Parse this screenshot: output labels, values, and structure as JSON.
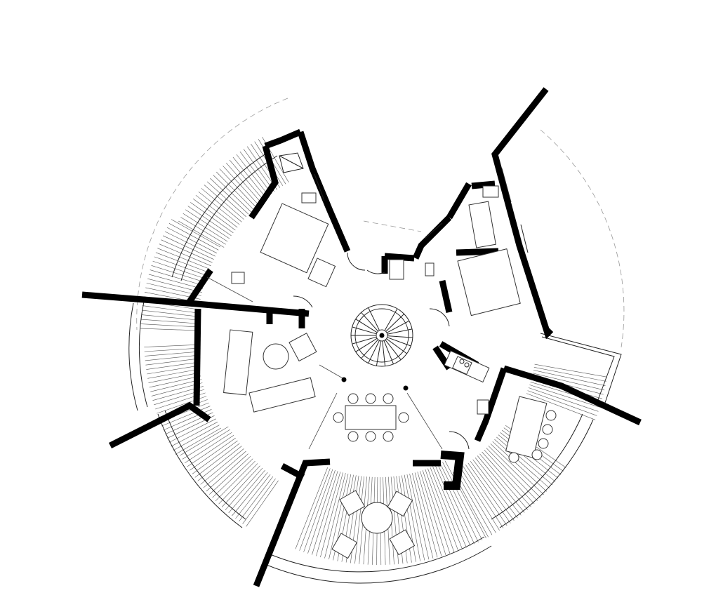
{
  "drawing": {
    "type": "architectural floor plan",
    "colors": {
      "background": "#ffffff",
      "walls": "#000000",
      "linework": "#333333",
      "guide_lines": "#999999"
    },
    "rooms": [
      "bedroom-upper-left",
      "bedroom-upper-right",
      "living-room",
      "dining-area",
      "kitchen",
      "central-hall-spiral-stair"
    ],
    "terraces": [
      "terrace-west-upper",
      "terrace-west",
      "terrace-southwest",
      "terrace-south",
      "terrace-southeast",
      "terrace-east"
    ]
  }
}
